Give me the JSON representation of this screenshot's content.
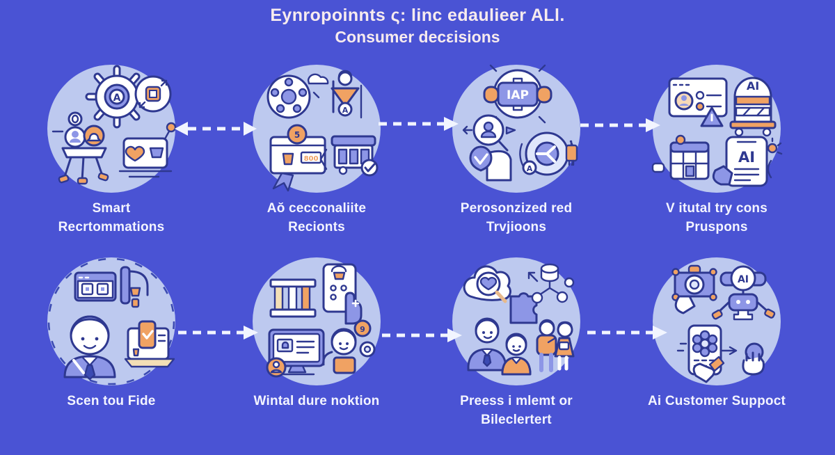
{
  "colors": {
    "background": "#4a53d4",
    "circle_fill": "#bdc9ef",
    "line_art": "#2e3890",
    "accent_orange": "#f0a263",
    "accent_purple": "#8d96e6",
    "arrow": "#f2f5ff",
    "title_text": "#f7ebee",
    "label_text": "#f3f4ff"
  },
  "header": {
    "title_line1": "Eynropoinnts ς: linc edaulieer ALl.",
    "title_line2": "Consumer decεisions"
  },
  "steps": [
    {
      "id": "smart-recommendations",
      "line1": "Smart",
      "line2": "Recrtommations",
      "icon_text": {
        "gear_letter": "A"
      }
    },
    {
      "id": "ai-recommendations",
      "line1": "Aŏ cecconaliite",
      "line2": "Recionts",
      "icon_text": {
        "badge": "A",
        "coin": "5",
        "counter": "800"
      }
    },
    {
      "id": "personalized-try-ons",
      "line1": "Perosonzized red",
      "line2": "Trvjioons",
      "icon_text": {
        "chip": "IAP",
        "badge": "A"
      }
    },
    {
      "id": "virtual-try-ons",
      "line1": "V itutal try cons",
      "line2": "Pruspons",
      "icon_text": {
        "shelf": "AI",
        "tablet": "AI"
      }
    },
    {
      "id": "scan-to-find",
      "line1": "Scen tou Fide",
      "line2": "",
      "icon_text": {}
    },
    {
      "id": "virtual-detection",
      "line1": "Wintal dure noktion",
      "line2": "",
      "icon_text": {
        "coin": "9"
      }
    },
    {
      "id": "press-intent",
      "line1": "Preess i mlemt or",
      "line2": "Bileclertert",
      "icon_text": {}
    },
    {
      "id": "ai-customer-support",
      "line1": "Ai Customer Suppoct",
      "line2": "",
      "icon_text": {
        "badge": "AI"
      }
    }
  ]
}
